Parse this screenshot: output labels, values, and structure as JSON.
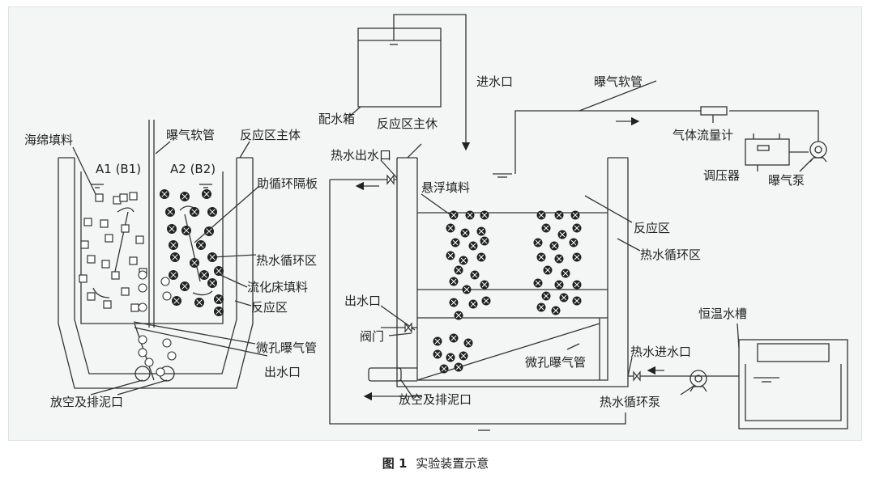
{
  "caption": {
    "figure_number": "图 1",
    "title": "实验装置示意"
  },
  "labels": {
    "water_tank": "配水箱",
    "water_inlet": "进水口",
    "aeration_hose_left": "曝气软管",
    "aeration_hose_right": "曝气软管",
    "reaction_main_left": "反应区主体",
    "reaction_main_right": "反应区主休",
    "sponge_filler": "海绵填料",
    "a1": "A1 (B1)",
    "a2": "A2 (B2)",
    "baffle": "助循环隔板",
    "hot_circ_left": "热水循环区",
    "fluidized_filler": "流化床填料",
    "reaction_left": "反应区",
    "micropore_left": "微孔曝气管",
    "outlet_left": "出水口",
    "drain_left": "放空及排泥口",
    "hot_outlet": "热水出水口",
    "suspended_filler": "悬浮填料",
    "reaction_right": "反应区",
    "hot_circ_right": "热水循环区",
    "outlet_right": "出水口",
    "valve": "阀门",
    "micropore_right": "微孔曝气管",
    "drain_right": "放空及排泥口",
    "hot_inlet": "热水进水口",
    "hot_pump": "热水循环泵",
    "gas_flowmeter": "气体流量计",
    "regulator": "调压器",
    "aeration_pump": "曝气泵",
    "thermostat_tank": "恒温水槽"
  }
}
